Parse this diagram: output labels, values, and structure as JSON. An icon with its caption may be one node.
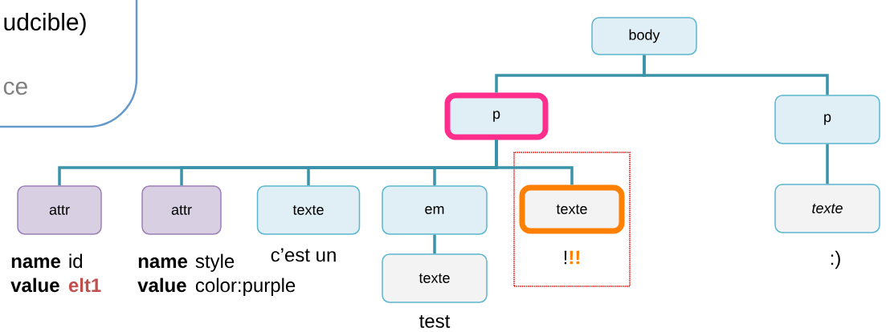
{
  "diagram": {
    "nodes": [
      {
        "text": [
          "udcible)",
          "ce"
        ]
      },
      {
        "text": [
          "body"
        ]
      },
      {
        "text": [
          "p"
        ]
      },
      {
        "text": [
          "p"
        ]
      },
      {
        "text": [
          "attr"
        ],
        "beside": [
          "name",
          "id",
          "value",
          "elt1"
        ]
      },
      {
        "text": [
          "attr"
        ],
        "beside": [
          "name",
          "style",
          "value",
          "color:purple"
        ]
      },
      {
        "text": [
          "texte"
        ],
        "beside": [
          "c’est un"
        ]
      },
      {
        "text": [
          "em"
        ]
      },
      {
        "text": [
          "texte"
        ],
        "beside": [
          "test"
        ]
      },
      {
        "text": [],
        "shape": "box"
      },
      {
        "text": [
          "texte"
        ],
        "in": 9,
        "beside": [
          "!",
          "!!"
        ]
      },
      {
        "text": [
          "texte"
        ],
        "beside": [
          ":)"
        ]
      }
    ],
    "edges": [
      {
        "from": 1,
        "to": 2,
        "arrow": "none"
      },
      {
        "from": 1,
        "to": 3,
        "arrow": "none"
      },
      {
        "from": 2,
        "to": 4,
        "arrow": "none"
      },
      {
        "from": 2,
        "to": 5,
        "arrow": "none"
      },
      {
        "from": 2,
        "to": 6,
        "arrow": "none"
      },
      {
        "from": 2,
        "to": 7,
        "arrow": "none"
      },
      {
        "from": 2,
        "to": 10,
        "arrow": "none"
      },
      {
        "from": 7,
        "to": 8,
        "arrow": "none"
      },
      {
        "from": 3,
        "to": 11,
        "arrow": "none"
      }
    ]
  }
}
